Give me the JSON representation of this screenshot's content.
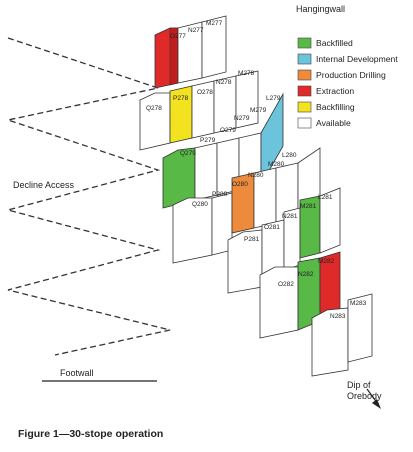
{
  "labels": {
    "hangingwall": "Hangingwall",
    "decline_access": "Decline Access",
    "footwall": "Footwall",
    "dip_line1": "Dip of",
    "dip_line2": "Orebody"
  },
  "caption": "Figure 1—30-stope operation",
  "legend": [
    {
      "key": "backfilled",
      "label": "Backfilled",
      "color": "#59b947"
    },
    {
      "key": "internal",
      "label": "Internal Development",
      "color": "#6cc3dc"
    },
    {
      "key": "production",
      "label": "Production Drilling",
      "color": "#ee8a3c"
    },
    {
      "key": "extraction",
      "label": "Extraction",
      "color": "#e02a2a"
    },
    {
      "key": "backfilling",
      "label": "Backfilling",
      "color": "#f2e21f"
    },
    {
      "key": "available",
      "label": "Available",
      "color": "#ffffff"
    }
  ],
  "stope_labels": {
    "o277": "O277",
    "n277": "N277",
    "m277": "M277",
    "q278": "Q278",
    "p278": "P278",
    "o278": "O278",
    "n278": "N278",
    "m278": "M278",
    "o279": "O279",
    "p279": "P279",
    "n279": "N279",
    "m279": "M279",
    "l279": "L279",
    "q279": "Q279",
    "q280": "Q280",
    "p280": "P280",
    "o280": "O280",
    "n280": "N280",
    "m280": "M280",
    "l280": "L280",
    "p281": "P281",
    "o281": "O281",
    "n281": "N281",
    "m281": "M281",
    "l281": "L281",
    "o282": "O282",
    "n282": "N282",
    "m282": "M282",
    "n283": "N283",
    "m283": "M283"
  }
}
